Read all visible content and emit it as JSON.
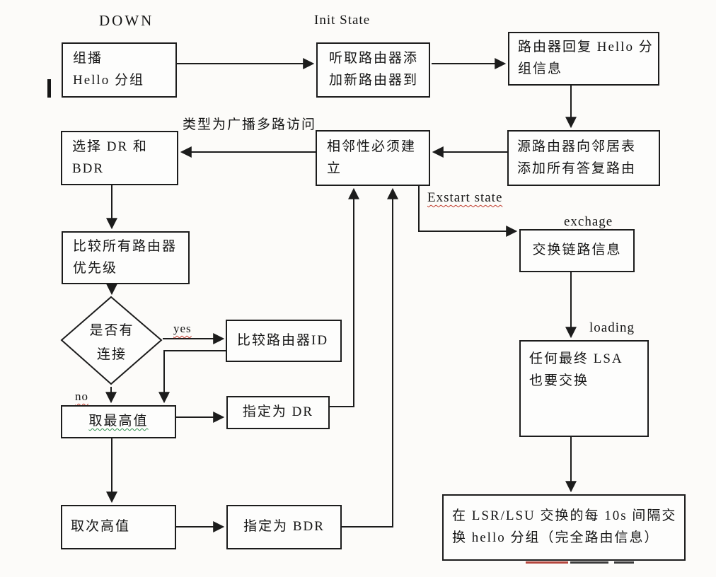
{
  "labels": {
    "down": "DOWN",
    "init_state": "Init State",
    "broadcast_type": "类型为广播多路访问",
    "exstart": "Exstart state",
    "exchange": "exchage",
    "loading": "loading",
    "yes": "yes",
    "no": "no"
  },
  "nodes": {
    "multicast_hello": "组播\nHello 分组",
    "listen_routers": "听取路由器添\n加新路由器到",
    "reply_hello": "路由器回复 Hello 分\n组信息",
    "add_neighbors": "源路由器向邻居表\n添加所有答复路由",
    "adjacency": "相邻性必须建\n立",
    "select_dr_bdr": "选择 DR 和\nBDR",
    "compare_priority": "比较所有路由器\n优先级",
    "has_connection": "是否有\n连接",
    "compare_router_id": "比较路由器ID",
    "take_highest": "取最高值",
    "designate_dr": "指定为 DR",
    "take_second_highest": "取次高值",
    "designate_bdr": "指定为 BDR",
    "exchange_link_info": "交换链路信息",
    "final_lsa": "任何最终 LSA\n也要交换",
    "lsr_lsu_exchange": "在 LSR/LSU 交换的每 10s 间隔交\n换 hello 分组（完全路由信息）"
  },
  "colors": {
    "line": "#1c1c1c",
    "text": "#151515",
    "background": "#fcfbf9",
    "squiggle_red": "#c0392b",
    "squiggle_green": "#2f8f4e"
  }
}
